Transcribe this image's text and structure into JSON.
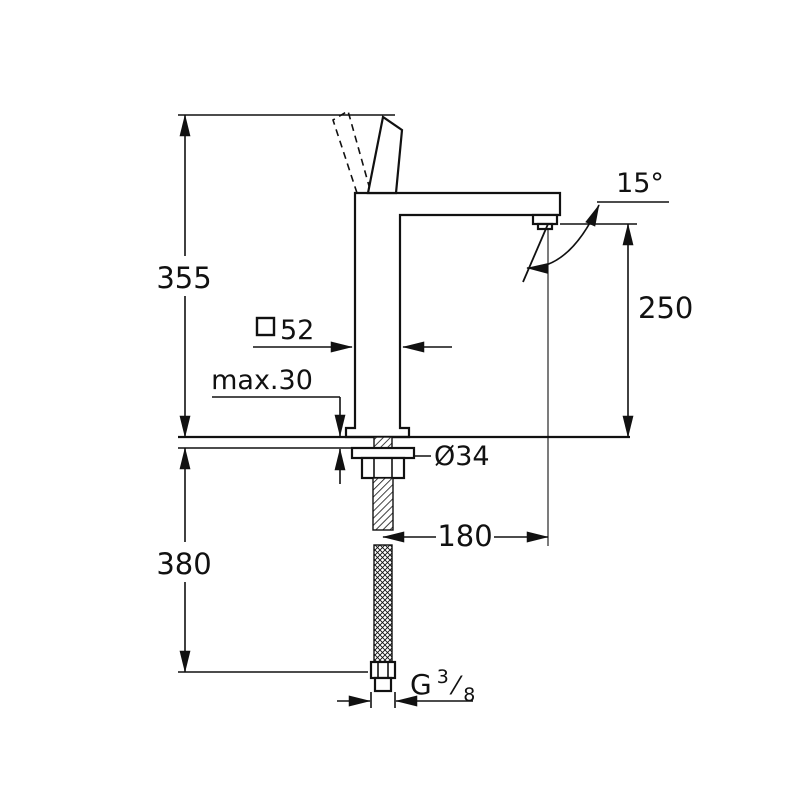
{
  "colors": {
    "line": "#111111",
    "background": "#ffffff"
  },
  "dimensions": {
    "height_above_deck": "355",
    "height_below_deck": "380",
    "body_width_square": "52",
    "max_deck_thickness": "max.30",
    "shank_diameter": "Ø34",
    "spout_outlet_height": "250",
    "spout_angle": "15°",
    "spout_reach": "180",
    "thread": {
      "prefix": "G",
      "numerator": "3",
      "slash": "⁄",
      "denominator": "8"
    }
  }
}
